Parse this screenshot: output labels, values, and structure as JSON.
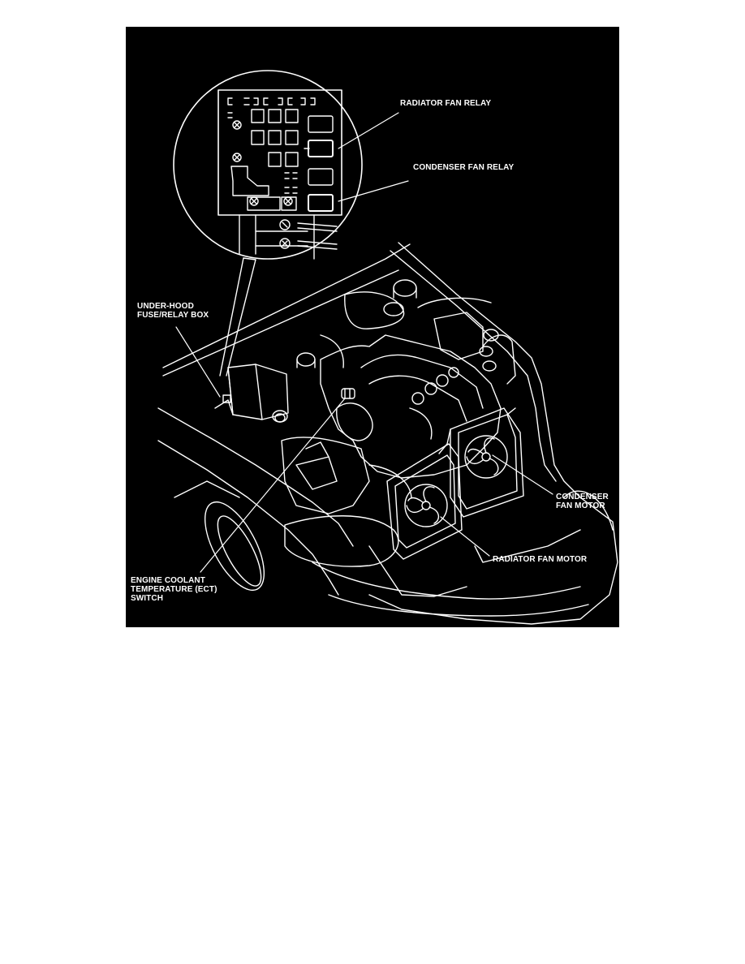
{
  "figure": {
    "colors": {
      "background": "#000000",
      "line": "#ffffff",
      "page": "#ffffff"
    },
    "labels": {
      "radiator_fan_relay": "RADIATOR FAN RELAY",
      "condenser_fan_relay": "CONDENSER FAN RELAY",
      "fuse_box": [
        "UNDER-HOOD",
        "FUSE/RELAY BOX"
      ],
      "condenser_fan_motor": [
        "CONDENSER",
        "FAN MOTOR"
      ],
      "radiator_fan_motor": "RADIATOR FAN MOTOR",
      "ect_switch": [
        "ENGINE COOLANT",
        "TEMPERATURE (ECT)",
        "SWITCH"
      ]
    }
  }
}
